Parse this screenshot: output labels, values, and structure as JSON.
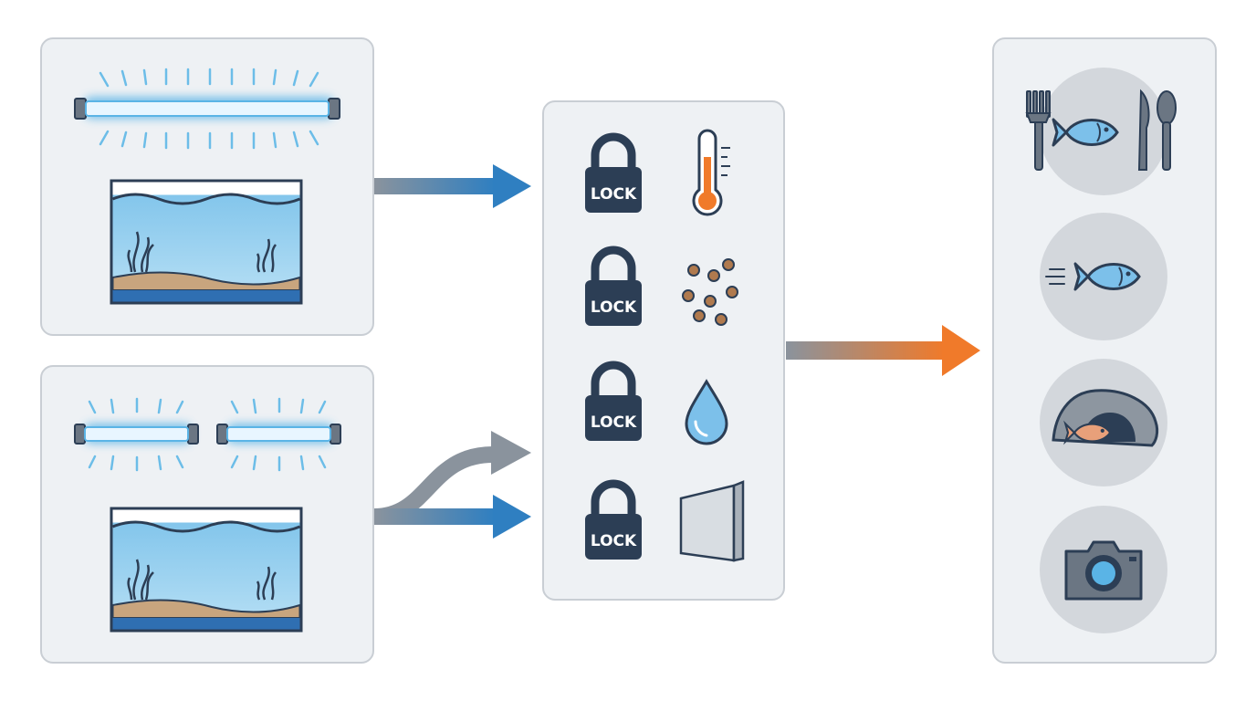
{
  "colors": {
    "panel_fill": "#eef1f4",
    "panel_border": "#c9ced4",
    "navy": "#2c3e55",
    "blue_arrow": "#2f7fc1",
    "orange_arrow": "#f07a2a",
    "gray_arrow": "#8a939d",
    "water": "#9cd0ee",
    "sand": "#c8a57e",
    "glow": "#5ab4e6"
  },
  "icons": {
    "top_panel": [
      "single-light-bar-icon",
      "aquarium-tank-icon"
    ],
    "bottom_panel": [
      "light-bar-left-icon",
      "light-bar-right-icon",
      "aquarium-tank-icon"
    ],
    "center_rows": [
      {
        "left": "lock-icon",
        "right": "thermometer-icon"
      },
      {
        "left": "lock-icon",
        "right": "food-pellets-icon"
      },
      {
        "left": "lock-icon",
        "right": "water-drop-icon"
      },
      {
        "left": "lock-icon",
        "right": "glass-panel-icon"
      }
    ],
    "right_panel": [
      "fish-dinner-icon",
      "swimming-fish-icon",
      "fish-cave-icon",
      "camera-icon"
    ]
  },
  "locks": [
    {
      "label": "LOCK"
    },
    {
      "label": "LOCK"
    },
    {
      "label": "LOCK"
    },
    {
      "label": "LOCK"
    }
  ]
}
